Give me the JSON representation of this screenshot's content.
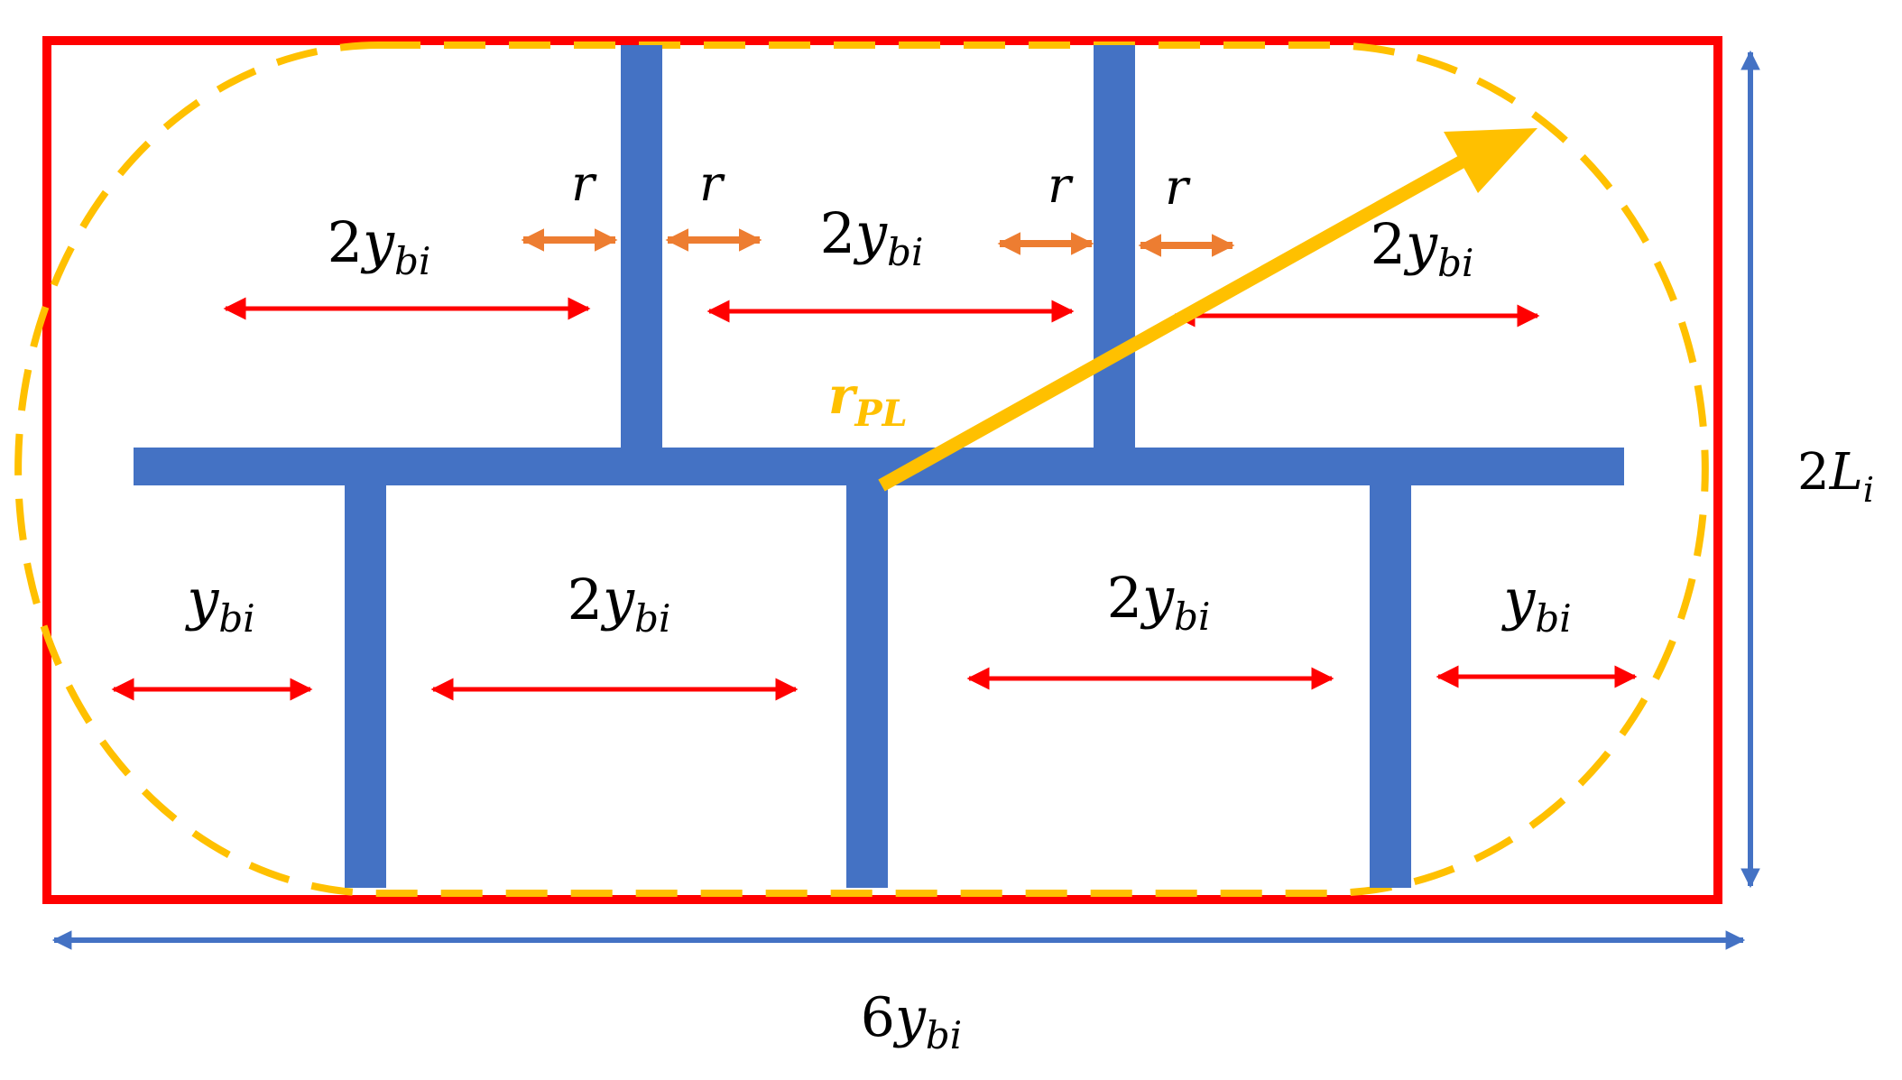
{
  "colors": {
    "boundary": "#FF0000",
    "dashed_circle": "#FFC000",
    "pipes": "#4472C4",
    "spacing_arrow": "#FF0000",
    "gap_arrow": "#ED7D31",
    "radius_arrow": "#FFC000",
    "dimension_arrow": "#4472C4",
    "text": "#000000"
  },
  "labels": {
    "upper_spacings": [
      {
        "coef": "2",
        "var": "y",
        "sub": "bi"
      },
      {
        "coef": "2",
        "var": "y",
        "sub": "bi"
      },
      {
        "coef": "2",
        "var": "y",
        "sub": "bi"
      }
    ],
    "lower_spacings": [
      {
        "coef": "",
        "var": "y",
        "sub": "bi"
      },
      {
        "coef": "2",
        "var": "y",
        "sub": "bi"
      },
      {
        "coef": "2",
        "var": "y",
        "sub": "bi"
      },
      {
        "coef": "",
        "var": "y",
        "sub": "bi"
      }
    ],
    "gap_labels": [
      "r",
      "r",
      "r",
      "r"
    ],
    "radius": {
      "var": "r",
      "sub": "PL"
    },
    "height": {
      "coef": "2",
      "var": "L",
      "sub": "i"
    },
    "width": {
      "coef": "6",
      "var": "y",
      "sub": "bi"
    }
  }
}
